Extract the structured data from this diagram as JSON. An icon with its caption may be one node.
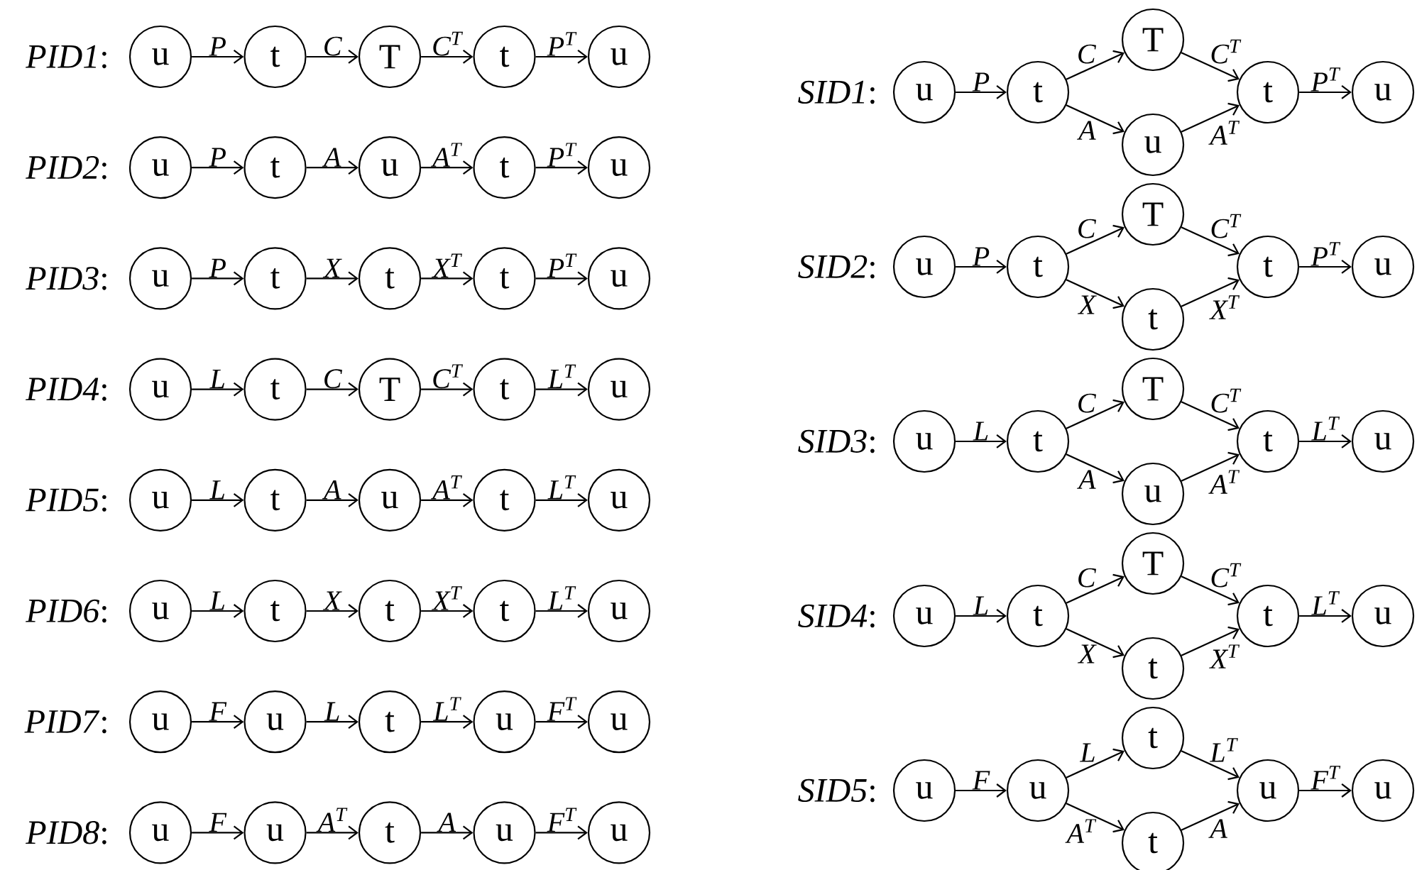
{
  "diagram": {
    "nodes": [
      {
        "text": [
          "u"
        ]
      },
      {
        "text": [
          "t"
        ]
      },
      {
        "text": [
          "T"
        ]
      },
      {
        "text": [
          "t"
        ]
      },
      {
        "text": [
          "u"
        ]
      },
      {
        "text": [
          "u"
        ]
      },
      {
        "text": [
          "t"
        ]
      },
      {
        "text": [
          "u"
        ]
      },
      {
        "text": [
          "t"
        ]
      },
      {
        "text": [
          "u"
        ]
      },
      {
        "text": [
          "u"
        ]
      },
      {
        "text": [
          "t"
        ]
      },
      {
        "text": [
          "t"
        ]
      },
      {
        "text": [
          "t"
        ]
      },
      {
        "text": [
          "u"
        ]
      },
      {
        "text": [
          "u"
        ]
      },
      {
        "text": [
          "t"
        ]
      },
      {
        "text": [
          "T"
        ]
      },
      {
        "text": [
          "t"
        ]
      },
      {
        "text": [
          "u"
        ]
      },
      {
        "text": [
          "u"
        ]
      },
      {
        "text": [
          "t"
        ]
      },
      {
        "text": [
          "u"
        ]
      },
      {
        "text": [
          "t"
        ]
      },
      {
        "text": [
          "u"
        ]
      },
      {
        "text": [
          "u"
        ]
      },
      {
        "text": [
          "t"
        ]
      },
      {
        "text": [
          "t"
        ]
      },
      {
        "text": [
          "t"
        ]
      },
      {
        "text": [
          "u"
        ]
      },
      {
        "text": [
          "u"
        ]
      },
      {
        "text": [
          "u"
        ]
      },
      {
        "text": [
          "t"
        ]
      },
      {
        "text": [
          "u"
        ]
      },
      {
        "text": [
          "u"
        ]
      },
      {
        "text": [
          "u"
        ]
      },
      {
        "text": [
          "u"
        ]
      },
      {
        "text": [
          "t"
        ]
      },
      {
        "text": [
          "u"
        ]
      },
      {
        "text": [
          "u"
        ]
      },
      {
        "text": [
          "u"
        ]
      },
      {
        "text": [
          "t"
        ]
      },
      {
        "text": [
          "T"
        ]
      },
      {
        "text": [
          "u"
        ]
      },
      {
        "text": [
          "t"
        ]
      },
      {
        "text": [
          "u"
        ]
      },
      {
        "text": [
          "u"
        ]
      },
      {
        "text": [
          "t"
        ]
      },
      {
        "text": [
          "T"
        ]
      },
      {
        "text": [
          "t"
        ]
      },
      {
        "text": [
          "t"
        ]
      },
      {
        "text": [
          "u"
        ]
      },
      {
        "text": [
          "u"
        ]
      },
      {
        "text": [
          "t"
        ]
      },
      {
        "text": [
          "T"
        ]
      },
      {
        "text": [
          "u"
        ]
      },
      {
        "text": [
          "t"
        ]
      },
      {
        "text": [
          "u"
        ]
      },
      {
        "text": [
          "u"
        ]
      },
      {
        "text": [
          "t"
        ]
      },
      {
        "text": [
          "T"
        ]
      },
      {
        "text": [
          "t"
        ]
      },
      {
        "text": [
          "t"
        ]
      },
      {
        "text": [
          "u"
        ]
      },
      {
        "text": [
          "u"
        ]
      },
      {
        "text": [
          "u"
        ]
      },
      {
        "text": [
          "t"
        ]
      },
      {
        "text": [
          "t"
        ]
      },
      {
        "text": [
          "u"
        ]
      },
      {
        "text": [
          "u"
        ]
      }
    ],
    "edges": [
      {
        "from": 0,
        "to": 1,
        "arrow": "to",
        "label": "P"
      },
      {
        "from": 1,
        "to": 2,
        "arrow": "to",
        "label": "C"
      },
      {
        "from": 2,
        "to": 3,
        "arrow": "to",
        "label": "C$^{T}$"
      },
      {
        "from": 3,
        "to": 4,
        "arrow": "to",
        "label": "P$^{T}$"
      },
      {
        "from": 5,
        "to": 6,
        "arrow": "to",
        "label": "P"
      },
      {
        "from": 6,
        "to": 7,
        "arrow": "to",
        "label": "A"
      },
      {
        "from": 7,
        "to": 8,
        "arrow": "to",
        "label": "A$^{T}$"
      },
      {
        "from": 8,
        "to": 9,
        "arrow": "to",
        "label": "P$^{T}$"
      },
      {
        "from": 10,
        "to": 11,
        "arrow": "to",
        "label": "P"
      },
      {
        "from": 11,
        "to": 12,
        "arrow": "to",
        "label": "X"
      },
      {
        "from": 12,
        "to": 13,
        "arrow": "to",
        "label": "X$^{T}$"
      },
      {
        "from": 13,
        "to": 14,
        "arrow": "to",
        "label": "P$^{T}$"
      },
      {
        "from": 15,
        "to": 16,
        "arrow": "to",
        "label": "L"
      },
      {
        "from": 16,
        "to": 17,
        "arrow": "to",
        "label": "C"
      },
      {
        "from": 17,
        "to": 18,
        "arrow": "to",
        "label": "C$^{T}$"
      },
      {
        "from": 18,
        "to": 19,
        "arrow": "to",
        "label": "L$^{T}$"
      },
      {
        "from": 20,
        "to": 21,
        "arrow": "to",
        "label": "L"
      },
      {
        "from": 21,
        "to": 22,
        "arrow": "to",
        "label": "A"
      },
      {
        "from": 22,
        "to": 23,
        "arrow": "to",
        "label": "A$^{T}$"
      },
      {
        "from": 23,
        "to": 24,
        "arrow": "to",
        "label": "L$^{T}$"
      },
      {
        "from": 25,
        "to": 26,
        "arrow": "to",
        "label": "L"
      },
      {
        "from": 26,
        "to": 27,
        "arrow": "to",
        "label": "X"
      },
      {
        "from": 27,
        "to": 28,
        "arrow": "to",
        "label": "X$^{T}$"
      },
      {
        "from": 28,
        "to": 29,
        "arrow": "to",
        "label": "L$^{T}$"
      },
      {
        "from": 30,
        "to": 31,
        "arrow": "to",
        "label": "F"
      },
      {
        "from": 31,
        "to": 32,
        "arrow": "to",
        "label": "L"
      },
      {
        "from": 32,
        "to": 33,
        "arrow": "to",
        "label": "L$^{T}$"
      },
      {
        "from": 33,
        "to": 34,
        "arrow": "to",
        "label": "F$^{T}$"
      },
      {
        "from": 35,
        "to": 36,
        "arrow": "to",
        "label": "F"
      },
      {
        "from": 36,
        "to": 37,
        "arrow": "to",
        "label": "A$^{T}$"
      },
      {
        "from": 37,
        "to": 38,
        "arrow": "to",
        "label": "A"
      },
      {
        "from": 38,
        "to": 39,
        "arrow": "to",
        "label": "F$^{T}$"
      },
      {
        "from": 40,
        "to": 41,
        "arrow": "to",
        "label": "P"
      },
      {
        "from": 41,
        "to": 42,
        "arrow": "to",
        "label": "C"
      },
      {
        "from": 41,
        "to": 43,
        "arrow": "to",
        "label": "A"
      },
      {
        "from": 42,
        "to": 44,
        "arrow": "to",
        "label": "C$^{T}$"
      },
      {
        "from": 43,
        "to": 44,
        "arrow": "to",
        "label": "A$^{T}$"
      },
      {
        "from": 44,
        "to": 45,
        "arrow": "to",
        "label": "P$^{T}$"
      },
      {
        "from": 46,
        "to": 47,
        "arrow": "to",
        "label": "P"
      },
      {
        "from": 47,
        "to": 48,
        "arrow": "to",
        "label": "C"
      },
      {
        "from": 47,
        "to": 49,
        "arrow": "to",
        "label": "X"
      },
      {
        "from": 48,
        "to": 50,
        "arrow": "to",
        "label": "C$^{T}$"
      },
      {
        "from": 49,
        "to": 50,
        "arrow": "to",
        "label": "X$^{T}$"
      },
      {
        "from": 50,
        "to": 51,
        "arrow": "to",
        "label": "P$^{T}$"
      },
      {
        "from": 52,
        "to": 53,
        "arrow": "to",
        "label": "L"
      },
      {
        "from": 53,
        "to": 54,
        "arrow": "to",
        "label": "C"
      },
      {
        "from": 53,
        "to": 55,
        "arrow": "to",
        "label": "A"
      },
      {
        "from": 54,
        "to": 56,
        "arrow": "to",
        "label": "C$^{T}$"
      },
      {
        "from": 55,
        "to": 56,
        "arrow": "to",
        "label": "A$^{T}$"
      },
      {
        "from": 56,
        "to": 57,
        "arrow": "to",
        "label": "L$^{T}$"
      },
      {
        "from": 58,
        "to": 59,
        "arrow": "to",
        "label": "L"
      },
      {
        "from": 59,
        "to": 60,
        "arrow": "to",
        "label": "C"
      },
      {
        "from": 59,
        "to": 61,
        "arrow": "to",
        "label": "X"
      },
      {
        "from": 60,
        "to": 62,
        "arrow": "to",
        "label": "C$^{T}$"
      },
      {
        "from": 61,
        "to": 62,
        "arrow": "to",
        "label": "X$^{T}$"
      },
      {
        "from": 62,
        "to": 63,
        "arrow": "to",
        "label": "L$^{T}$"
      },
      {
        "from": 64,
        "to": 65,
        "arrow": "to",
        "label": "F"
      },
      {
        "from": 65,
        "to": 66,
        "arrow": "to",
        "label": "L"
      },
      {
        "from": 65,
        "to": 67,
        "arrow": "to",
        "label": "A$^{T}$"
      },
      {
        "from": 66,
        "to": 68,
        "arrow": "to",
        "label": "L$^{T}$"
      },
      {
        "from": 67,
        "to": 68,
        "arrow": "to",
        "label": "A"
      },
      {
        "from": 68,
        "to": 69,
        "arrow": "to",
        "label": "F$^{T}$"
      }
    ],
    "labels": [
      "*PID1*:",
      "*PID2*:",
      "*PID3*:",
      "*PID4*:",
      "*PID5*:",
      "*PID6*:",
      "*PID7*:",
      "*PID8*:",
      "*SID1*:",
      "*SID2*:",
      "*SID3*:",
      "*SID4*:",
      "*SID5*:"
    ]
  }
}
